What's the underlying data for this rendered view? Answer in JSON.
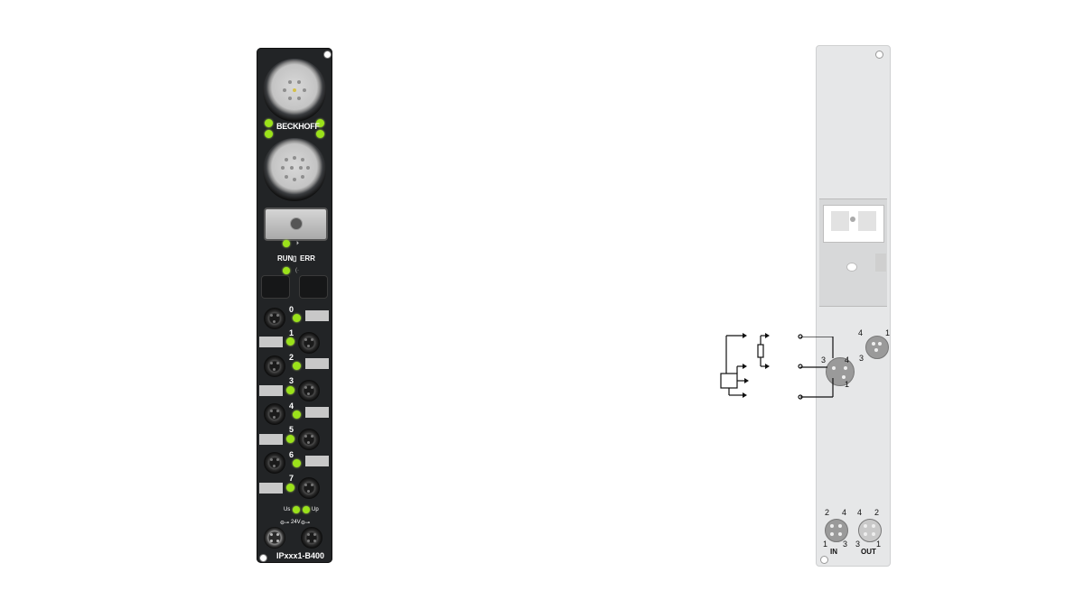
{
  "module_front": {
    "brand": "BECKHOFF",
    "status_leds": {
      "run": "RUN",
      "err": "ERR"
    },
    "channel_numbers": [
      "0",
      "1",
      "2",
      "3",
      "4",
      "5",
      "6",
      "7"
    ],
    "supply_labels": {
      "us": "Us",
      "up": "Up",
      "voltage": "24V"
    },
    "type_label": "IPxxx1-B400"
  },
  "pinout": {
    "signal_connector_pins": {
      "top_left": "4",
      "top_right": "1",
      "bottom_left": "3"
    },
    "main_connector_pins": {
      "left": "3",
      "right": "4",
      "bottom": "1"
    },
    "power_in": {
      "label": "IN",
      "pins": {
        "tl": "2",
        "tr": "4",
        "bl": "1",
        "br": "3"
      }
    },
    "power_out": {
      "label": "OUT",
      "pins": {
        "tl": "4",
        "tr": "2",
        "bl": "3",
        "br": "1"
      }
    }
  },
  "colors": {
    "module": "#222426",
    "led": "#9be21a",
    "light_module": "#e6e7e8"
  }
}
